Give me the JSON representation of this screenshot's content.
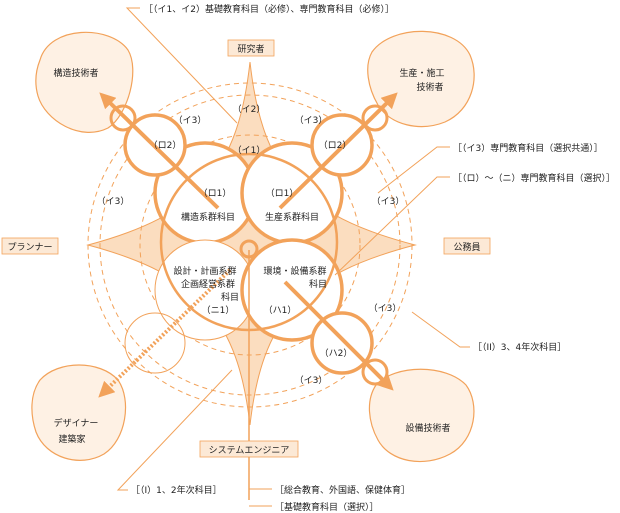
{
  "colors": {
    "orange": "#F2A25A",
    "orange_light": "#FBDDBF",
    "orange_dark": "#E88E3A",
    "blob_fill": "#FEF1E4",
    "box_fill": "#FCE9D6",
    "text": "#222222"
  },
  "top_note": "［（イ1、イ2）基礎教育科目（必修）、専門教育科目（必修）］",
  "roles": {
    "researcher": "研究者",
    "planner": "プランナー",
    "civil_servant": "公務員",
    "system_engineer": "システムエンジニア"
  },
  "blobs": {
    "structural_engineer": "構造技術者",
    "production_engineer_1": "生産・施工",
    "production_engineer_2": "技術者",
    "designer_1": "デザイナー",
    "designer_2": "建築家",
    "equipment_engineer": "設備技術者"
  },
  "circles": {
    "structural": {
      "code": "（ロ1）",
      "name": "構造系群科目"
    },
    "production": {
      "code": "（ロ1）",
      "name": "生産系群科目"
    },
    "planning": {
      "name_1": "設計・計画系群",
      "name_2": "企画経営系群",
      "name_3": "科目",
      "code": "（ニ1）"
    },
    "environment": {
      "name_1": "環境・設備系群",
      "name_2": "科目",
      "code": "（ハ1）"
    }
  },
  "labels": {
    "i1": "（イ1）",
    "i2": "（イ2）",
    "i3": "（イ3）",
    "ro2": "（ロ2）",
    "ha2": "（ハ2）"
  },
  "notes": {
    "i3_note": "［（イ3）専門教育科目（選択共通）］",
    "ro_ni_note": "［（ロ）～（ニ）専門教育科目（選択）］",
    "year34_note": "［（II）3、4年次科目］",
    "year12_note": "［（I）1、2年次科目］",
    "general_note": "［総合教育、外国語、保健体育］",
    "basic_note": "［基礎教育科目（選択）］"
  }
}
